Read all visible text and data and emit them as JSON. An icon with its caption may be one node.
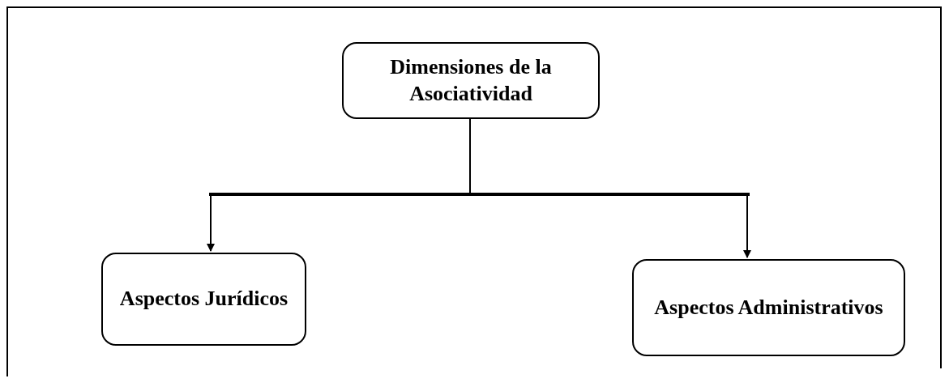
{
  "diagram": {
    "nodes": [
      {
        "text": [
          "Dimensiones de la Asociatividad"
        ]
      },
      {
        "text": [
          "Aspectos Jurídicos"
        ]
      },
      {
        "text": [
          "Aspectos Administrativos"
        ]
      }
    ],
    "edges": [
      {
        "from": 0,
        "to": 1,
        "arrow": "to"
      },
      {
        "from": 0,
        "to": 2,
        "arrow": "to"
      }
    ]
  }
}
